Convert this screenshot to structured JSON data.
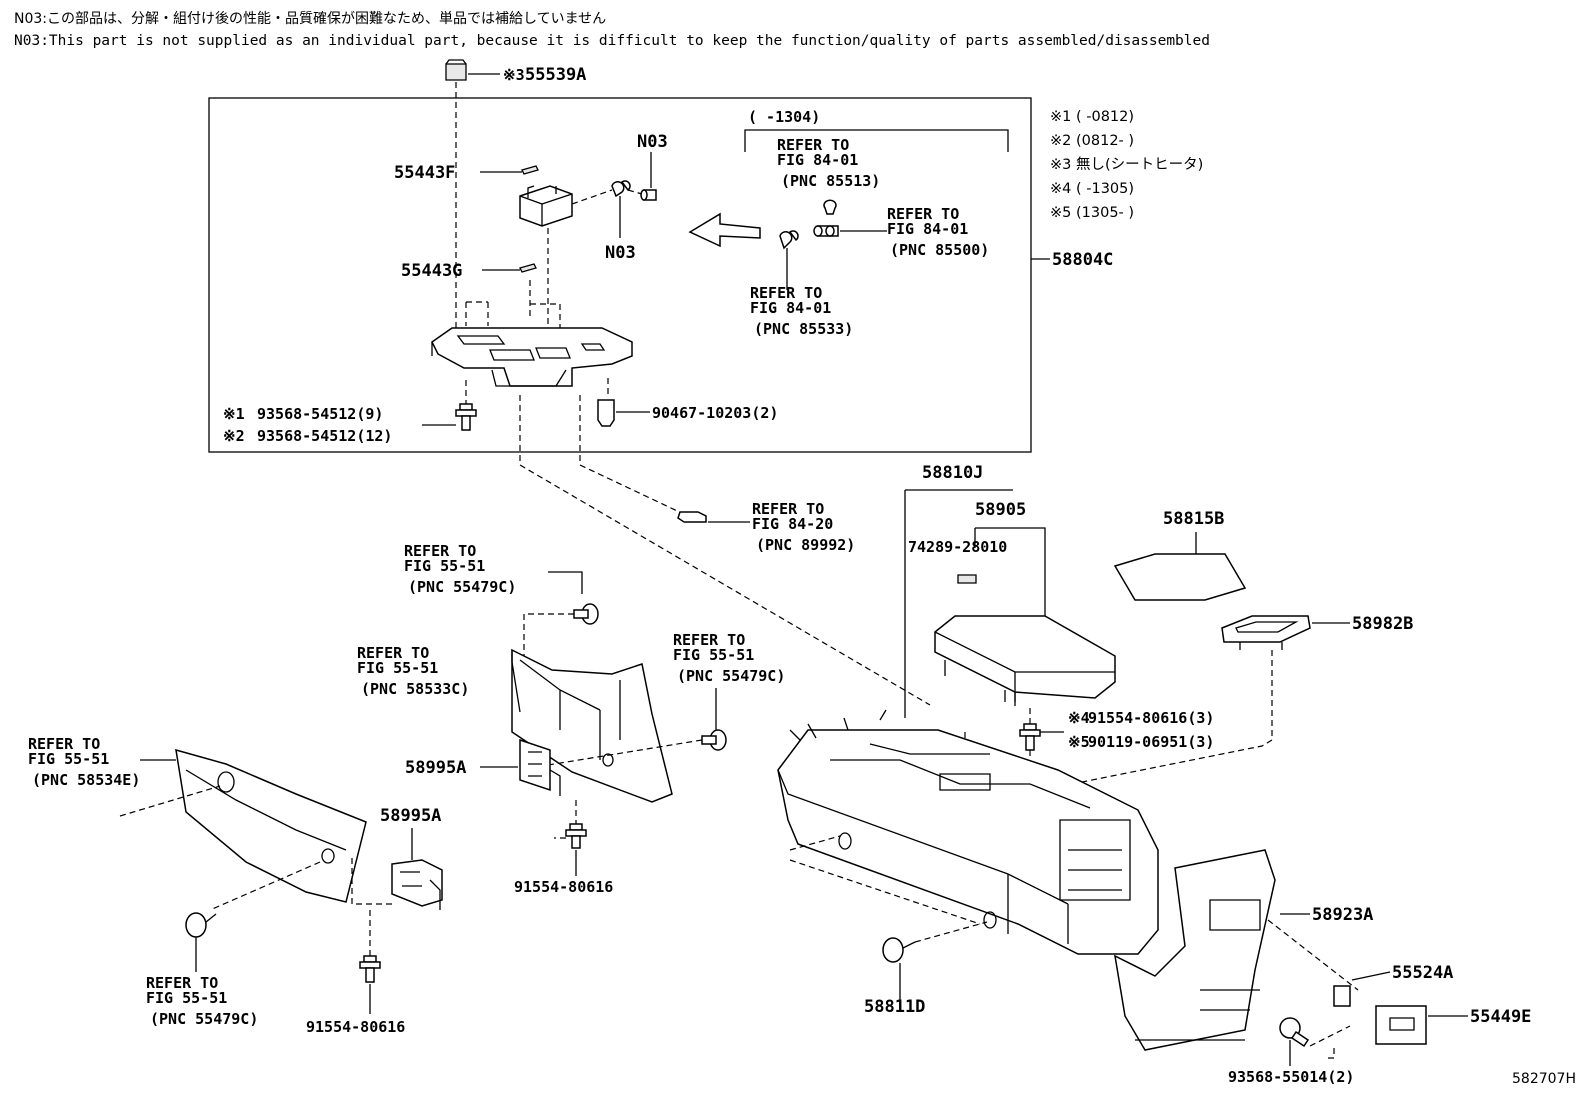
{
  "notes": {
    "ja": "N03:この部品は、分解・組付け後の性能・品質確保が困難なため、単品では補給していません",
    "en": "N03:This part is not supplied as an individual part, because it is difficult to keep the function/quality of parts assembled/disassembled"
  },
  "legend": [
    "※1 (      -0812)",
    "※2 (0812-      )",
    "※3 無し(シートヒータ)",
    "※4 (      -1305)",
    "※5 (1305-      )"
  ],
  "box_range": "(      -1304)",
  "refer": {
    "refer_to": "REFER TO",
    "fig_84_01": "FIG 84-01",
    "fig_84_20": "FIG 84-20",
    "fig_55_51": "FIG 55-51",
    "pnc_85513": "(PNC 85513)",
    "pnc_85500": "(PNC 85500)",
    "pnc_85533": "(PNC 85533)",
    "pnc_89992": "(PNC 89992)",
    "pnc_55479c": "(PNC 55479C)",
    "pnc_58533c": "(PNC 58533C)",
    "pnc_58534e": "(PNC 58534E)"
  },
  "parts": {
    "p55539a": "55539A",
    "p55539a_mark": "※3",
    "p55443f": "55443F",
    "p55443g": "55443G",
    "n03": "N03",
    "p58804c": "58804C",
    "p93568_9": "93568-54512(9)",
    "p93568_12": "93568-54512(12)",
    "mark1": "※1",
    "mark2": "※2",
    "mark4": "※4",
    "mark5": "※5",
    "p90467": "90467-10203(2)",
    "p58810j": "58810J",
    "p58905": "58905",
    "p74289": "74289-28010",
    "p58815b": "58815B",
    "p58982b": "58982B",
    "p91554_3": "91554-80616(3)",
    "p90119": "90119-06951(3)",
    "p58995a": "58995A",
    "p91554": "91554-80616",
    "p58923a": "58923A",
    "p55524a": "55524A",
    "p55449e": "55449E",
    "p58811d": "58811D",
    "p93568_55014": "93568-55014(2)"
  },
  "figure_id": "582707H"
}
